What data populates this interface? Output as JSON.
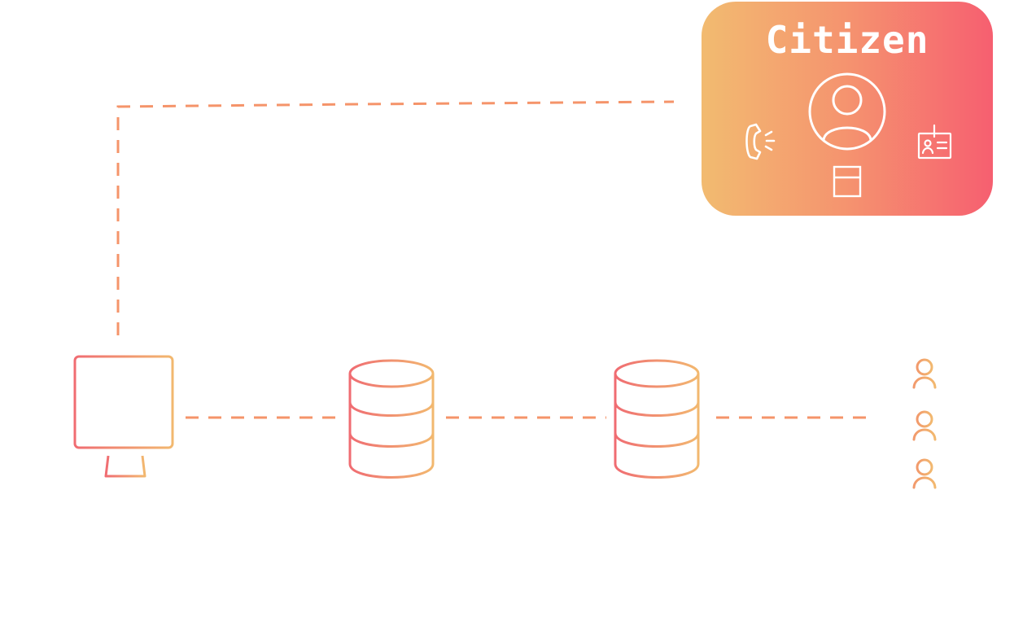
{
  "citizen_card": {
    "title": "Citizen",
    "icons": [
      "user-circle-icon",
      "phone-icon",
      "id-badge-icon",
      "document-icon"
    ]
  },
  "nodes": [
    {
      "name": "computer-monitor",
      "icon": "monitor-icon"
    },
    {
      "name": "database-1",
      "icon": "database-icon"
    },
    {
      "name": "database-2",
      "icon": "database-icon"
    },
    {
      "name": "users-group",
      "icon": "user-icon"
    }
  ],
  "colors": {
    "gradient_start": "#f2b86f",
    "gradient_end": "#f65f70",
    "icon_stroke_warm": "#f07a6a",
    "icon_stroke_cool": "#f2b86f",
    "connector": "#f5946a",
    "white": "#ffffff"
  }
}
